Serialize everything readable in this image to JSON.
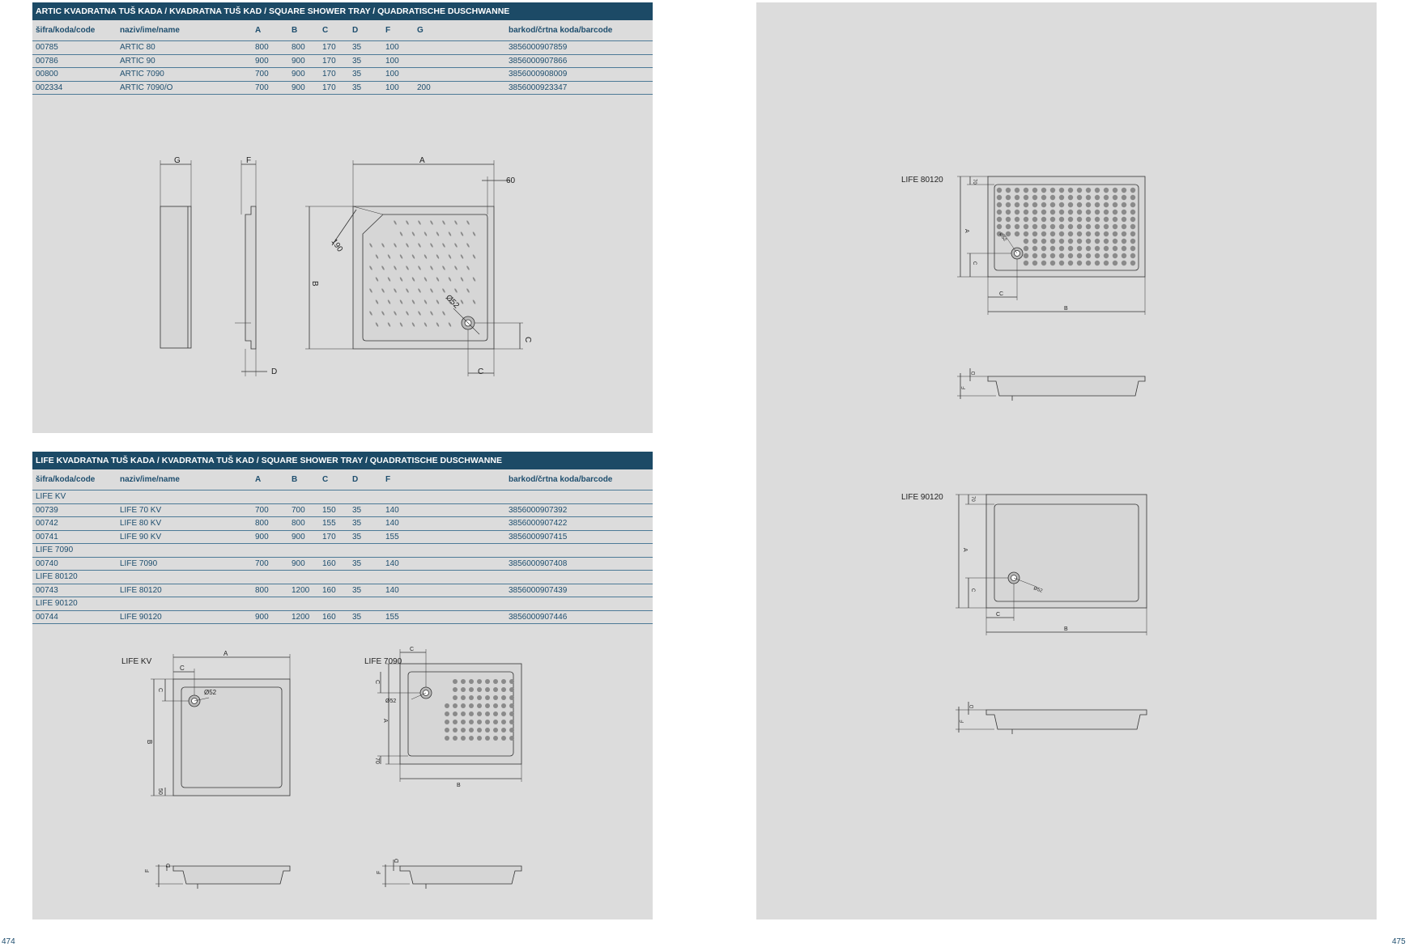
{
  "colors": {
    "header": "#1c4a66",
    "panel": "#dcdcdc",
    "text": "#1e4e6e"
  },
  "artic": {
    "title": "ARTIC KVADRATNA TUŠ KADA / KVADRATNA TUŠ KAD / SQUARE SHOWER TRAY / QUADRATISCHE DUSCHWANNE",
    "columns": [
      "šifra/koda/code",
      "naziv/ime/name",
      "A",
      "B",
      "C",
      "D",
      "F",
      "G",
      "barkod/črtna koda/barcode"
    ],
    "rows": [
      [
        "00785",
        "ARTIC 80",
        "800",
        "800",
        "170",
        "35",
        "100",
        "",
        "3856000907859"
      ],
      [
        "00786",
        "ARTIC 90",
        "900",
        "900",
        "170",
        "35",
        "100",
        "",
        "3856000907866"
      ],
      [
        "00800",
        "ARTIC 7090",
        "700",
        "900",
        "170",
        "35",
        "100",
        "",
        "3856000908009"
      ],
      [
        "002334",
        "ARTIC 7090/O",
        "700",
        "900",
        "170",
        "35",
        "100",
        "200",
        "3856000923347"
      ]
    ],
    "drawing": {
      "g": "G",
      "f": "F",
      "a": "A",
      "b": "B",
      "c": "C",
      "d": "D",
      "dim60": "60",
      "dim190": "190",
      "drain": "Ø52"
    }
  },
  "life": {
    "title": "LIFE KVADRATNA TUŠ KADA / KVADRATNA TUŠ KAD / SQUARE SHOWER TRAY / QUADRATISCHE DUSCHWANNE",
    "columns": [
      "šifra/koda/code",
      "naziv/ime/name",
      "A",
      "B",
      "C",
      "D",
      "F",
      "",
      "barkod/črtna koda/barcode"
    ],
    "rows": [
      [
        "LIFE KV",
        "",
        "",
        "",
        "",
        "",
        "",
        "",
        ""
      ],
      [
        "00739",
        "LIFE 70 KV",
        "700",
        "700",
        "150",
        "35",
        "140",
        "",
        "3856000907392"
      ],
      [
        "00742",
        "LIFE 80 KV",
        "800",
        "800",
        "155",
        "35",
        "140",
        "",
        "3856000907422"
      ],
      [
        "00741",
        "LIFE 90 KV",
        "900",
        "900",
        "170",
        "35",
        "155",
        "",
        "3856000907415"
      ],
      [
        "LIFE 7090",
        "",
        "",
        "",
        "",
        "",
        "",
        "",
        ""
      ],
      [
        "00740",
        "LIFE 7090",
        "700",
        "900",
        "160",
        "35",
        "140",
        "",
        "3856000907408"
      ],
      [
        "LIFE 80120",
        "",
        "",
        "",
        "",
        "",
        "",
        "",
        ""
      ],
      [
        "00743",
        "LIFE 80120",
        "800",
        "1200",
        "160",
        "35",
        "140",
        "",
        "3856000907439"
      ],
      [
        "LIFE 90120",
        "",
        "",
        "",
        "",
        "",
        "",
        "",
        ""
      ],
      [
        "00744",
        "LIFE 90120",
        "900",
        "1200",
        "160",
        "35",
        "155",
        "",
        "3856000907446"
      ]
    ],
    "labels": {
      "kv": "LIFE KV",
      "l7090": "LIFE 7090",
      "l80120": "LIFE 80120",
      "l90120": "LIFE 90120"
    },
    "dims": {
      "a": "A",
      "b": "B",
      "c": "C",
      "d": "D",
      "f": "F",
      "d70": "70",
      "d50": "50",
      "drain": "Ø52"
    }
  },
  "pages": {
    "left": "474",
    "right": "475"
  }
}
